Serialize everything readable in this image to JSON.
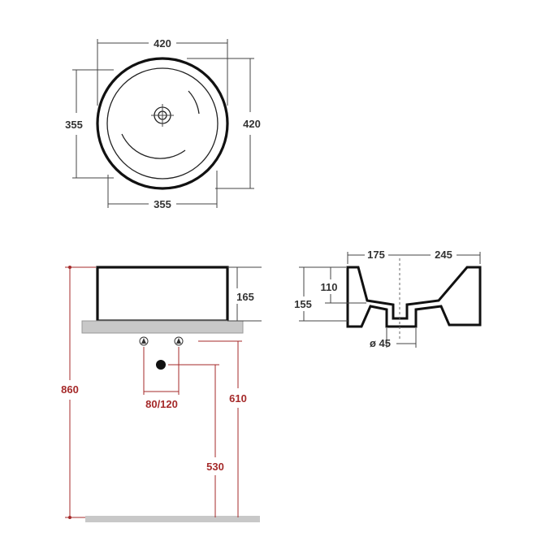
{
  "top_view": {
    "width_outer": "420",
    "depth_outer": "420",
    "width_inner": "355",
    "depth_inner": "355"
  },
  "front_view": {
    "basin_height": "165",
    "total_height": "860",
    "drain_spacing": "80/120",
    "drain_height": "610",
    "waste_height": "530"
  },
  "section_view": {
    "left_width": "175",
    "right_width": "245",
    "inner_depth": "110",
    "total_depth": "155",
    "drain_diameter": "ø 45"
  },
  "colors": {
    "dimension_black": "#333333",
    "dimension_red": "#a52a2a",
    "counter_grey": "#c8c8c8"
  }
}
